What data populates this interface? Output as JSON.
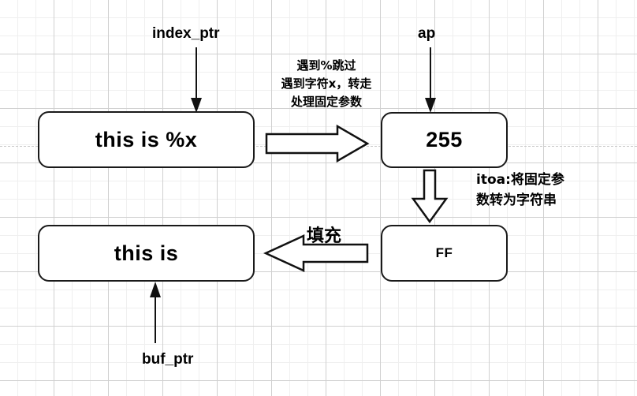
{
  "diagram": {
    "title": "printf formatting flow",
    "background": {
      "grid_minor_color": "#efefef",
      "grid_major_color": "#d0d0d0",
      "page_color": "#ffffff",
      "guide_line_color": "#c9c9c9"
    },
    "stroke_color": "#1a1a1a",
    "nodes": [
      {
        "id": "fmt",
        "text": "this is %x"
      },
      {
        "id": "ap",
        "text": "255"
      },
      {
        "id": "buf",
        "text": "this is"
      },
      {
        "id": "hexstr",
        "text": "FF"
      }
    ],
    "pointer_labels": [
      {
        "id": "index-ptr",
        "text": "index_ptr"
      },
      {
        "id": "ap-ptr",
        "text": "ap"
      },
      {
        "id": "buf-ptr",
        "text": "buf_ptr"
      }
    ],
    "annotations": {
      "parse_rule": {
        "line1": "遇到%跳过",
        "line2": "遇到字符x，转走",
        "line3": "处理固定参数"
      },
      "itoa": {
        "line1": "itoa:将固定参",
        "line2": "数转为字符串"
      },
      "fill": "填充"
    }
  }
}
